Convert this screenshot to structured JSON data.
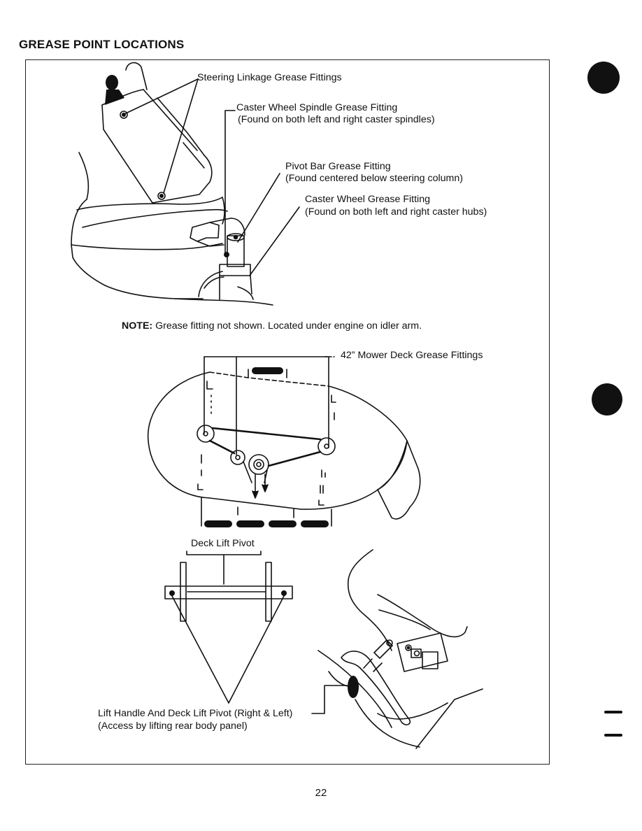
{
  "page": {
    "title": "GREASE POINT LOCATIONS",
    "page_number": "22"
  },
  "labels": {
    "steering": "Steering Linkage Grease Fittings",
    "caster_spindle": "Caster Wheel Spindle Grease Fitting",
    "caster_spindle_note": "(Found on both left and right caster spindles)",
    "pivot_bar": "Pivot Bar Grease Fitting",
    "pivot_bar_note": "(Found centered below steering column)",
    "caster_wheel": "Caster Wheel Grease Fitting",
    "caster_wheel_note": "(Found on both left and right caster hubs)",
    "note_key": "NOTE:",
    "note_text": " Grease fitting not shown. Located under engine on idler arm.",
    "mower_deck": "42” Mower Deck Grease Fittings",
    "deck_lift_pivot": "Deck Lift Pivot",
    "lift_handle": "Lift Handle And Deck Lift Pivot (Right & Left)",
    "lift_handle_note": "(Access by lifting rear body panel)"
  }
}
